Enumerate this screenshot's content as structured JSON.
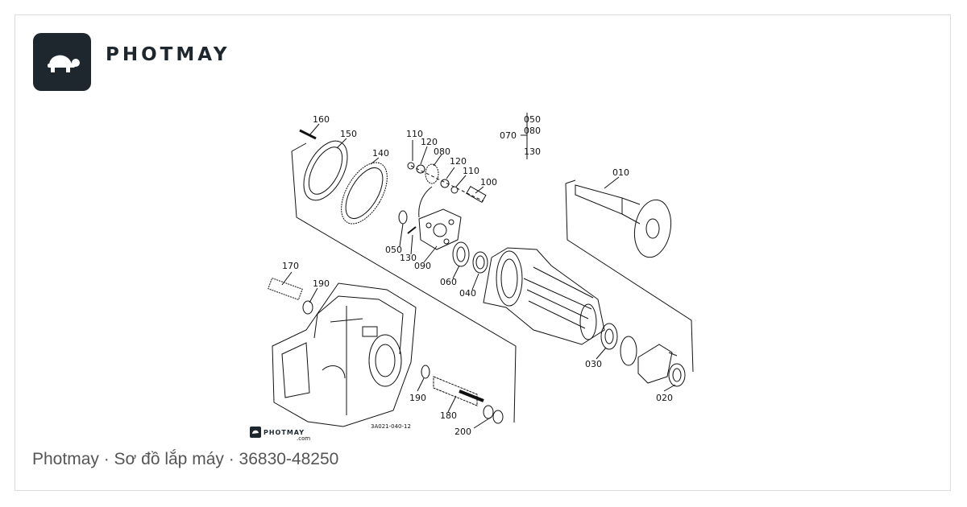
{
  "brand": {
    "name": "PHOTMAY"
  },
  "caption": "Photmay · Sơ đồ lắp máy · 36830-48250",
  "diagram": {
    "labels": {
      "p160": "160",
      "p150": "150",
      "p140": "140",
      "p110a": "110",
      "p120a": "120",
      "p080": "080",
      "p120b": "120",
      "p110b": "110",
      "p100": "100",
      "p050g": "050",
      "p080g": "080",
      "p130g": "130",
      "p070": "070",
      "p010": "010",
      "p050": "050",
      "p130": "130",
      "p090": "090",
      "p060": "060",
      "p040": "040",
      "p170": "170",
      "p190a": "190",
      "p030": "030",
      "p020": "020",
      "p190b": "190",
      "p180": "180",
      "p200": "200"
    },
    "stamp": "3A021-040-12",
    "watermark": "PHOTMAY",
    "watermark_sub": ".com"
  },
  "colors": {
    "brand_dark": "#1e272d",
    "caption": "#555555",
    "line": "#111111"
  }
}
